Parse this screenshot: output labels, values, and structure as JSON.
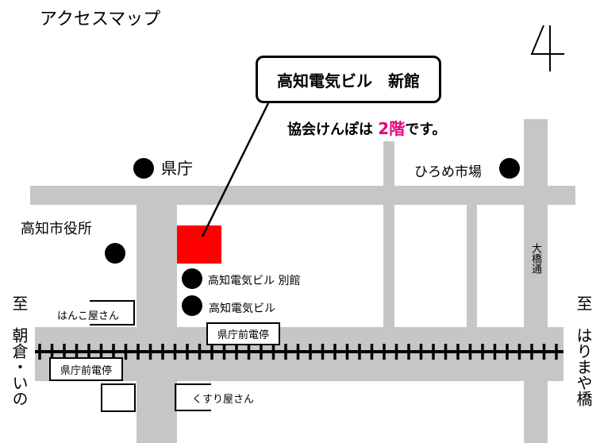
{
  "title": "アクセスマップ",
  "callout": {
    "building": "高知電気ビル　新館",
    "note_prefix": "協会けんぽは ",
    "note_floor": "2階",
    "note_suffix": "です。"
  },
  "landmarks": {
    "prefecture_office": "県庁",
    "hirome_market": "ひろめ市場",
    "city_hall": "高知市役所",
    "annex": "高知電気ビル 別館",
    "main_building": "高知電気ビル",
    "hanko_shop": "はんこ屋さん",
    "drugstore": "くすり屋さん",
    "tram_stop_1": "県庁前電停",
    "tram_stop_2": "県庁前電停",
    "street": "大橋通"
  },
  "directions": {
    "west": "至　朝倉・いの",
    "east": "至　はりまや橋"
  },
  "colors": {
    "road": "#c6c6c6",
    "target": "#ff0000",
    "accent": "#e6007e"
  }
}
